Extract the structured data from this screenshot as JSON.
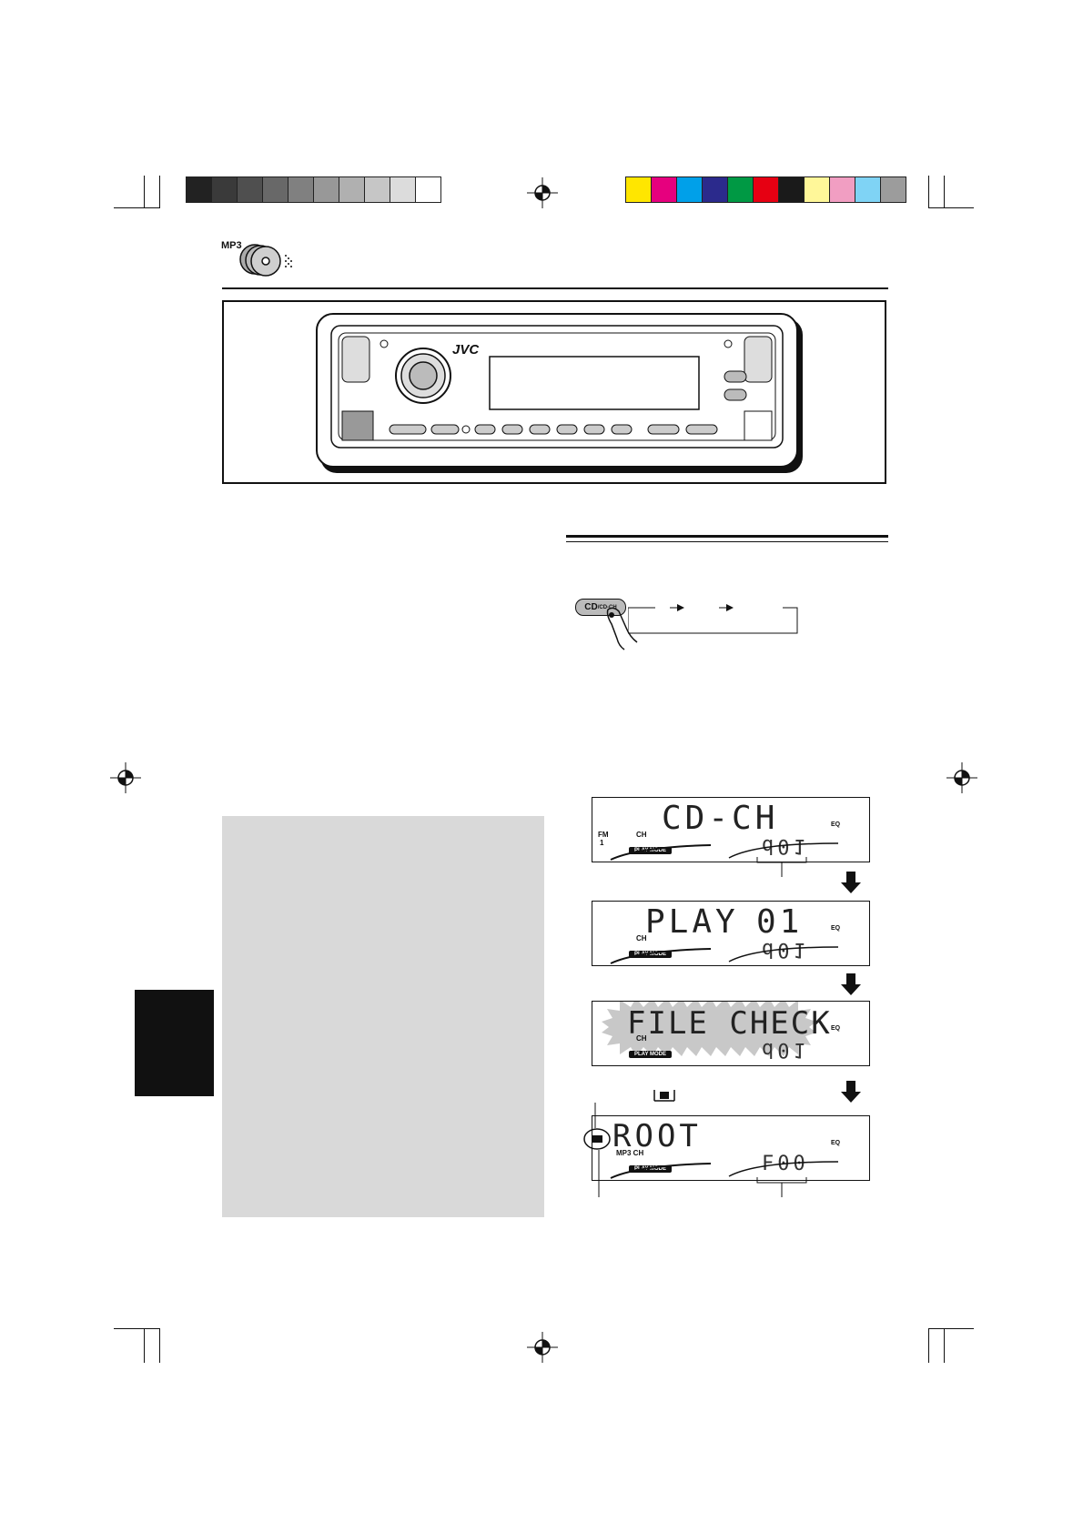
{
  "header": {
    "badge": "MP3",
    "grey_swatches": [
      "#222222",
      "#3a3a3a",
      "#4f4f4f",
      "#686868",
      "#808080",
      "#989898",
      "#b0b0b0",
      "#c6c6c6",
      "#dcdcdc",
      "#ffffff"
    ],
    "color_swatches": [
      "#ffe600",
      "#e6007e",
      "#00a0e9",
      "#2b2a8c",
      "#009944",
      "#e60012",
      "#1a1a1a",
      "#fff799",
      "#f19ec2",
      "#7fd3f5",
      "#9c9c9c"
    ]
  },
  "device": {
    "brand": "JVC"
  },
  "source_button": {
    "label_main": "CD",
    "label_sub": "/CD-CH"
  },
  "displays": [
    {
      "main": "CD-CH",
      "indicator_top": "FM",
      "indicator_num": "1",
      "ch": "CH",
      "play_mode": "PLAY MODE",
      "small": "d01",
      "eq": "EQ"
    },
    {
      "main": "PLAY",
      "main_right": "01",
      "ch": "CH",
      "play_mode": "PLAY MODE",
      "small": "d01",
      "eq": "EQ"
    },
    {
      "main": "FILE CHECK",
      "ch": "CH",
      "play_mode": "PLAY MODE",
      "small": "d01",
      "eq": "EQ"
    },
    {
      "main": "ROOT",
      "ch": "MP3 CH",
      "play_mode": "PLAY MODE",
      "small": "F00",
      "eq": "EQ"
    }
  ]
}
